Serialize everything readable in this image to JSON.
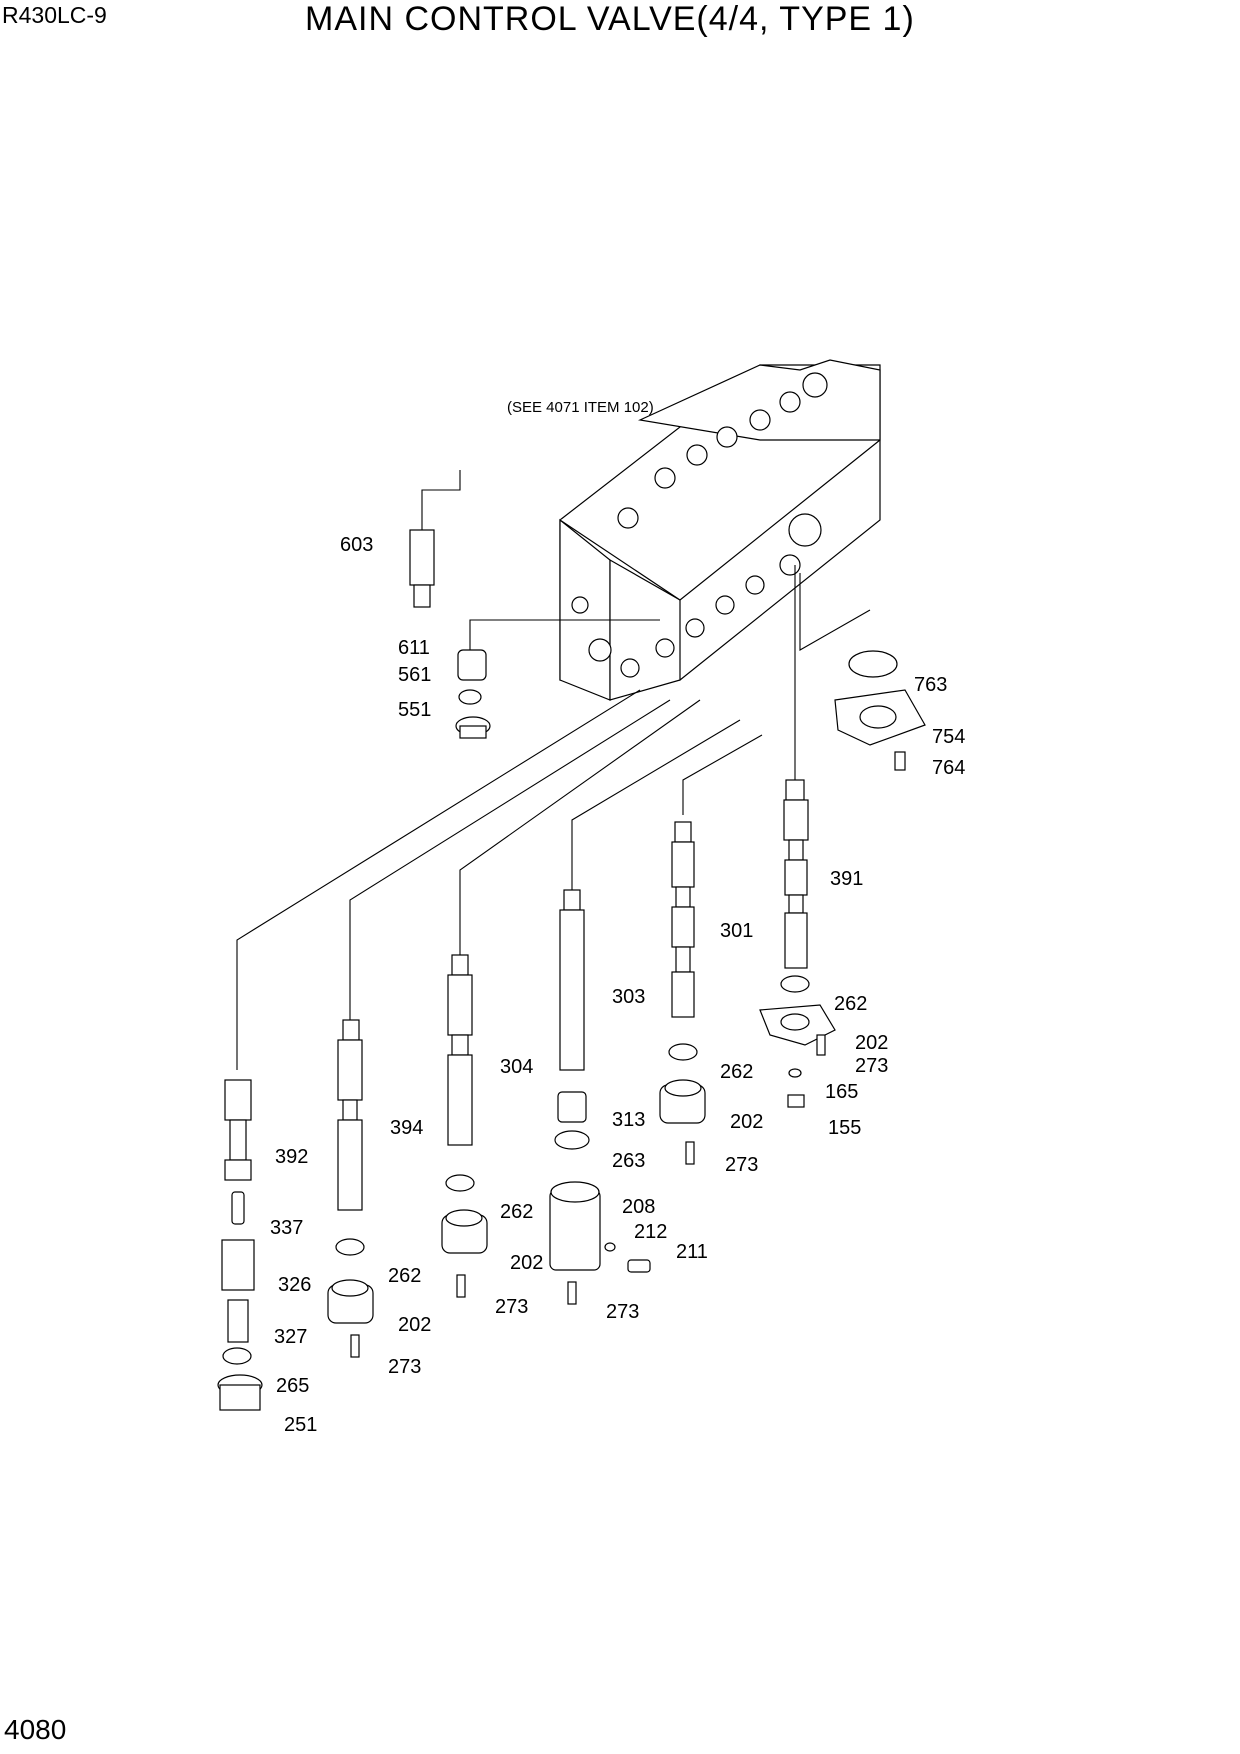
{
  "header": {
    "model": "R430LC-9",
    "title": "MAIN CONTROL VALVE(4/4, TYPE 1)"
  },
  "diagram": {
    "note": "(SEE 4071 ITEM 102)",
    "labels": {
      "p603": "603",
      "p611": "611",
      "p561": "561",
      "p551": "551",
      "p763": "763",
      "p754": "754",
      "p764": "764",
      "p391": "391",
      "p262a": "262",
      "p202a": "202",
      "p273a": "273",
      "p165": "165",
      "p155": "155",
      "p301": "301",
      "p262b": "262",
      "p202b": "202",
      "p273b": "273",
      "p303": "303",
      "p313": "313",
      "p263": "263",
      "p208": "208",
      "p212": "212",
      "p211": "211",
      "p273c": "273",
      "p304": "304",
      "p262c": "262",
      "p202c": "202",
      "p273d": "273",
      "p394": "394",
      "p262d": "262",
      "p202d": "202",
      "p273e": "273",
      "p392": "392",
      "p337": "337",
      "p326": "326",
      "p327": "327",
      "p265": "265",
      "p251": "251"
    }
  },
  "footer": {
    "page_number": "4080"
  }
}
